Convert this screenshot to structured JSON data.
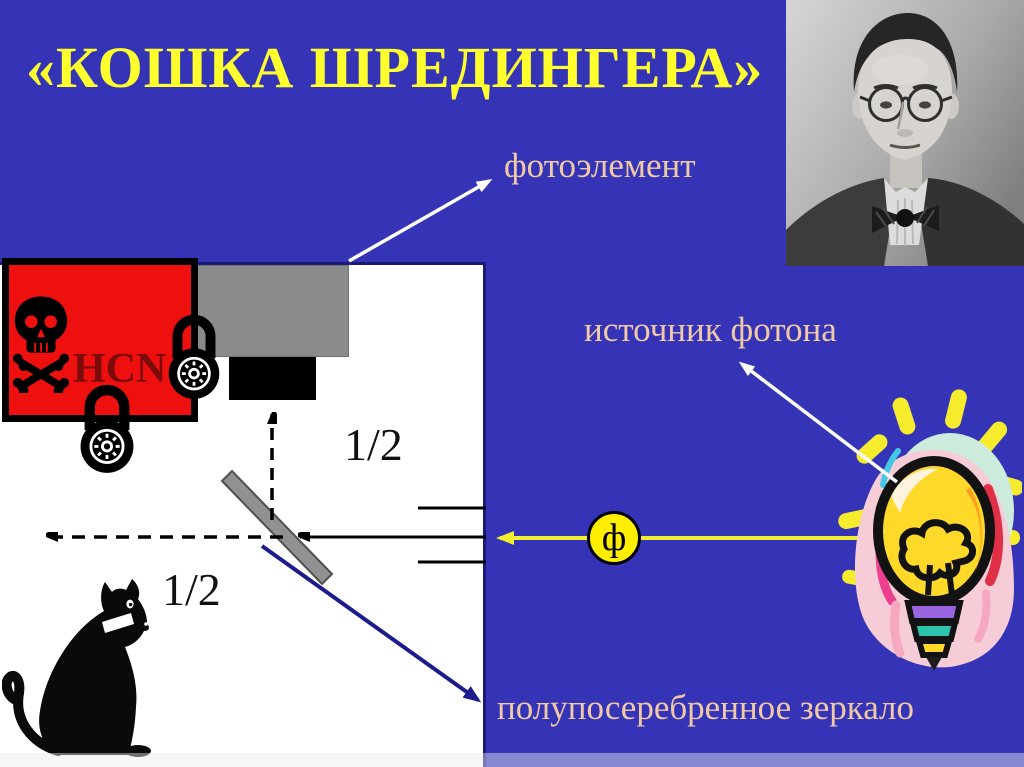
{
  "slide": {
    "title": "«КОШКА ШРЕДИНГЕРА»",
    "colors": {
      "background": "#3534b6",
      "title_text": "#ffff2e",
      "label_text": "#f0c9a6",
      "poison_box": "#ee0f0f",
      "hcn_text": "#7c0b0b",
      "detector_gray": "#8b8b8b",
      "photon_line": "#f3ef30",
      "mirror_ray": "#1c1b8e"
    }
  },
  "diagram": {
    "photocell_label": "фотоэлемент",
    "photon_source_label": "источник фотона",
    "mirror_label": "полупосеребренное зеркало",
    "poison_label": "HCN",
    "photon_symbol": "ф",
    "probability_up": "1/2",
    "probability_left": "1/2"
  }
}
